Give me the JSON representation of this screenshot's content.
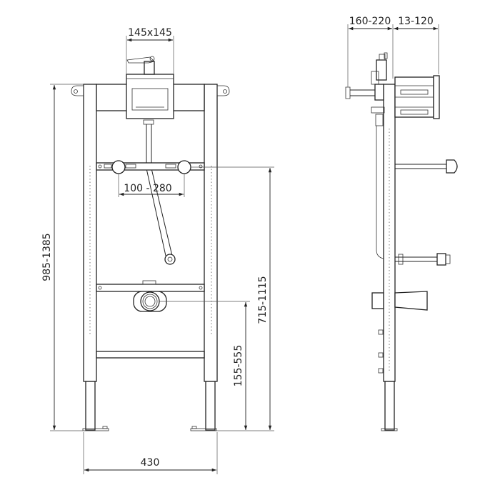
{
  "dimensions": {
    "box_size": "145x145",
    "spacing": "100 - 280",
    "overall_height": "985-1385",
    "upper_height": "715-1115",
    "outlet_height": "155-555",
    "width": "430",
    "depth_range": "160-220",
    "offset_range": "13-120"
  }
}
